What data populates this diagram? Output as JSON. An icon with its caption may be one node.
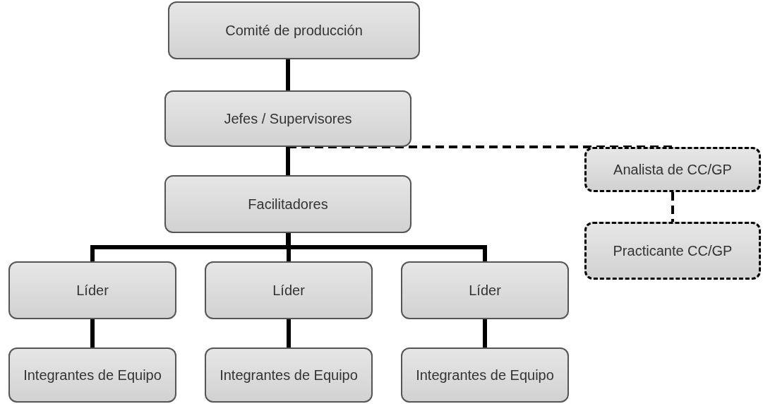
{
  "diagram": {
    "nodes": [
      {
        "text": [
          "Comité de producción"
        ]
      },
      {
        "text": [
          "Jefes / Supervisores"
        ]
      },
      {
        "text": [
          "Facilitadores"
        ]
      },
      {
        "text": [
          "Analista de CC/GP"
        ]
      },
      {
        "text": [
          "Practicante CC/GP"
        ]
      },
      {
        "text": [
          "Líder"
        ]
      },
      {
        "text": [
          "Líder"
        ]
      },
      {
        "text": [
          "Líder"
        ]
      },
      {
        "text": [
          "Integrantes de Equipo"
        ]
      },
      {
        "text": [
          "Integrantes de Equipo"
        ]
      },
      {
        "text": [
          "Integrantes de Equipo"
        ]
      }
    ],
    "edges": [
      {
        "from": 0,
        "to": 1,
        "arrow": "none"
      },
      {
        "from": 1,
        "to": 2,
        "arrow": "none"
      },
      {
        "from": 1,
        "to": 3,
        "arrow": "none",
        "style": "dashed"
      },
      {
        "from": 3,
        "to": 4,
        "arrow": "none",
        "style": "dashed"
      },
      {
        "from": 2,
        "to": 5,
        "arrow": "none"
      },
      {
        "from": 2,
        "to": 6,
        "arrow": "none"
      },
      {
        "from": 2,
        "to": 7,
        "arrow": "none"
      },
      {
        "from": 5,
        "to": 8,
        "arrow": "none"
      },
      {
        "from": 6,
        "to": 9,
        "arrow": "none"
      },
      {
        "from": 7,
        "to": 10,
        "arrow": "none"
      }
    ]
  }
}
